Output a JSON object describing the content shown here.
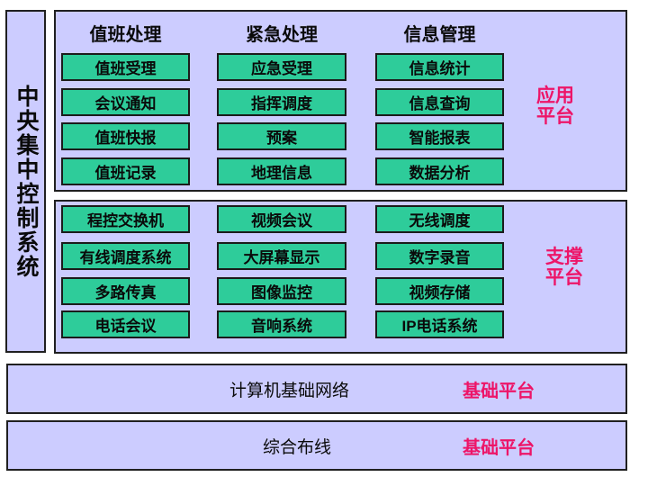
{
  "colors": {
    "panel_bg": "#ccccff",
    "button_bg": "#2ecc9a",
    "accent_pink": "#ed1568",
    "border": "#202020"
  },
  "sidebar": {
    "title": "中央集中控制系统"
  },
  "application_platform": {
    "label_line1": "应用",
    "label_line2": "平台",
    "columns": [
      {
        "header": "值班处理",
        "buttons": [
          "值班受理",
          "会议通知",
          "值班快报",
          "值班记录"
        ]
      },
      {
        "header": "紧急处理",
        "buttons": [
          "应急受理",
          "指挥调度",
          "预案",
          "地理信息"
        ]
      },
      {
        "header": "信息管理",
        "buttons": [
          "信息统计",
          "信息查询",
          "智能报表",
          "数据分析"
        ]
      }
    ]
  },
  "support_platform": {
    "label_line1": "支撑",
    "label_line2": "平台",
    "columns": [
      {
        "buttons": [
          "程控交换机",
          "有线调度系统",
          "多路传真",
          "电话会议"
        ]
      },
      {
        "buttons": [
          "视频会议",
          "大屏幕显示",
          "图像监控",
          "音响系统"
        ]
      },
      {
        "buttons": [
          "无线调度",
          "数字录音",
          "视频存储",
          "IP电话系统"
        ]
      }
    ]
  },
  "base_platforms": [
    {
      "title": "计算机基础网络",
      "label": "基础平台"
    },
    {
      "title": "综合布线",
      "label": "基础平台"
    }
  ]
}
